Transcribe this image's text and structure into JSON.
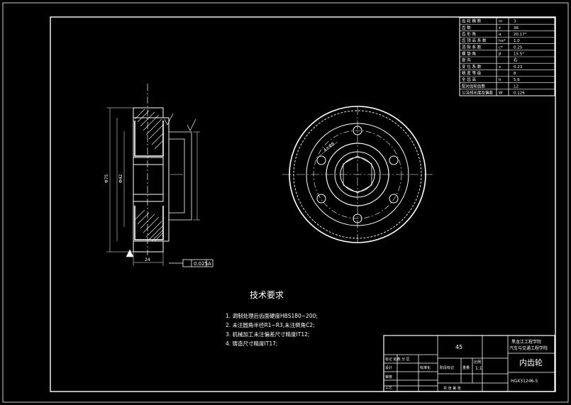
{
  "drawing": {
    "title_tech_req": "技术要求",
    "requirements": [
      "1. 调制处理后齿面硬度HBS180~200;",
      "2. 未注圆角半径R1~R3,未注倒角C2;",
      "3. 机械加工未注偏差尺寸精度IT12;",
      "4. 铸造尺寸精度IT17;"
    ],
    "datum_callout": "A",
    "tolerance_frame": "0.025",
    "dim_labels": {
      "left_vertical": "Φ75",
      "left_vertical2": "Φ42",
      "bottom_width": "24",
      "circle_diag": "4×Φ8"
    }
  },
  "param_table": {
    "rows": [
      {
        "name": "齿 轮 模 数",
        "sym": "m",
        "val": "3"
      },
      {
        "name": "齿 数",
        "sym": "z",
        "val": "36"
      },
      {
        "name": "齿 形 角",
        "sym": "α",
        "val": "20.17°"
      },
      {
        "name": "齿 顶 高 系 数",
        "sym": "ha*",
        "val": "1.0"
      },
      {
        "name": "顶 隙 系 数",
        "sym": "c*",
        "val": "0.25"
      },
      {
        "name": "螺 旋 角",
        "sym": "β",
        "val": "15.5°"
      },
      {
        "name": "旋 向",
        "sym": "",
        "val": "右"
      },
      {
        "name": "变 位 系 数",
        "sym": "x",
        "val": "0.23"
      },
      {
        "name": "精 度 等 级",
        "sym": "",
        "val": "8"
      },
      {
        "name": "全 齿 高",
        "sym": "h",
        "val": "5.6"
      },
      {
        "name": "配对齿轮齿数",
        "sym": "",
        "val": "12"
      },
      {
        "name": "公法线长度及偏差",
        "sym": "W",
        "val": "0.126"
      }
    ]
  },
  "title_block": {
    "material": "45",
    "school_line1": "黑龙江工程学院",
    "school_line2": "汽车与交通工程学院",
    "part_name": "内齿轮",
    "drawing_no": "HGX31246-5",
    "scale": "1:1",
    "row_labels": {
      "mark": "标记 处数 分 区",
      "design": "设计",
      "check": "审核",
      "craft": "工艺",
      "std": "标准化",
      "stage": "阶段标记",
      "weight": "重量",
      "ratio": "比例",
      "sheets": "共 张 第 张"
    }
  },
  "colors": {
    "background": "#000000",
    "line": "#ffffff",
    "accent": "#e8e8e8"
  }
}
